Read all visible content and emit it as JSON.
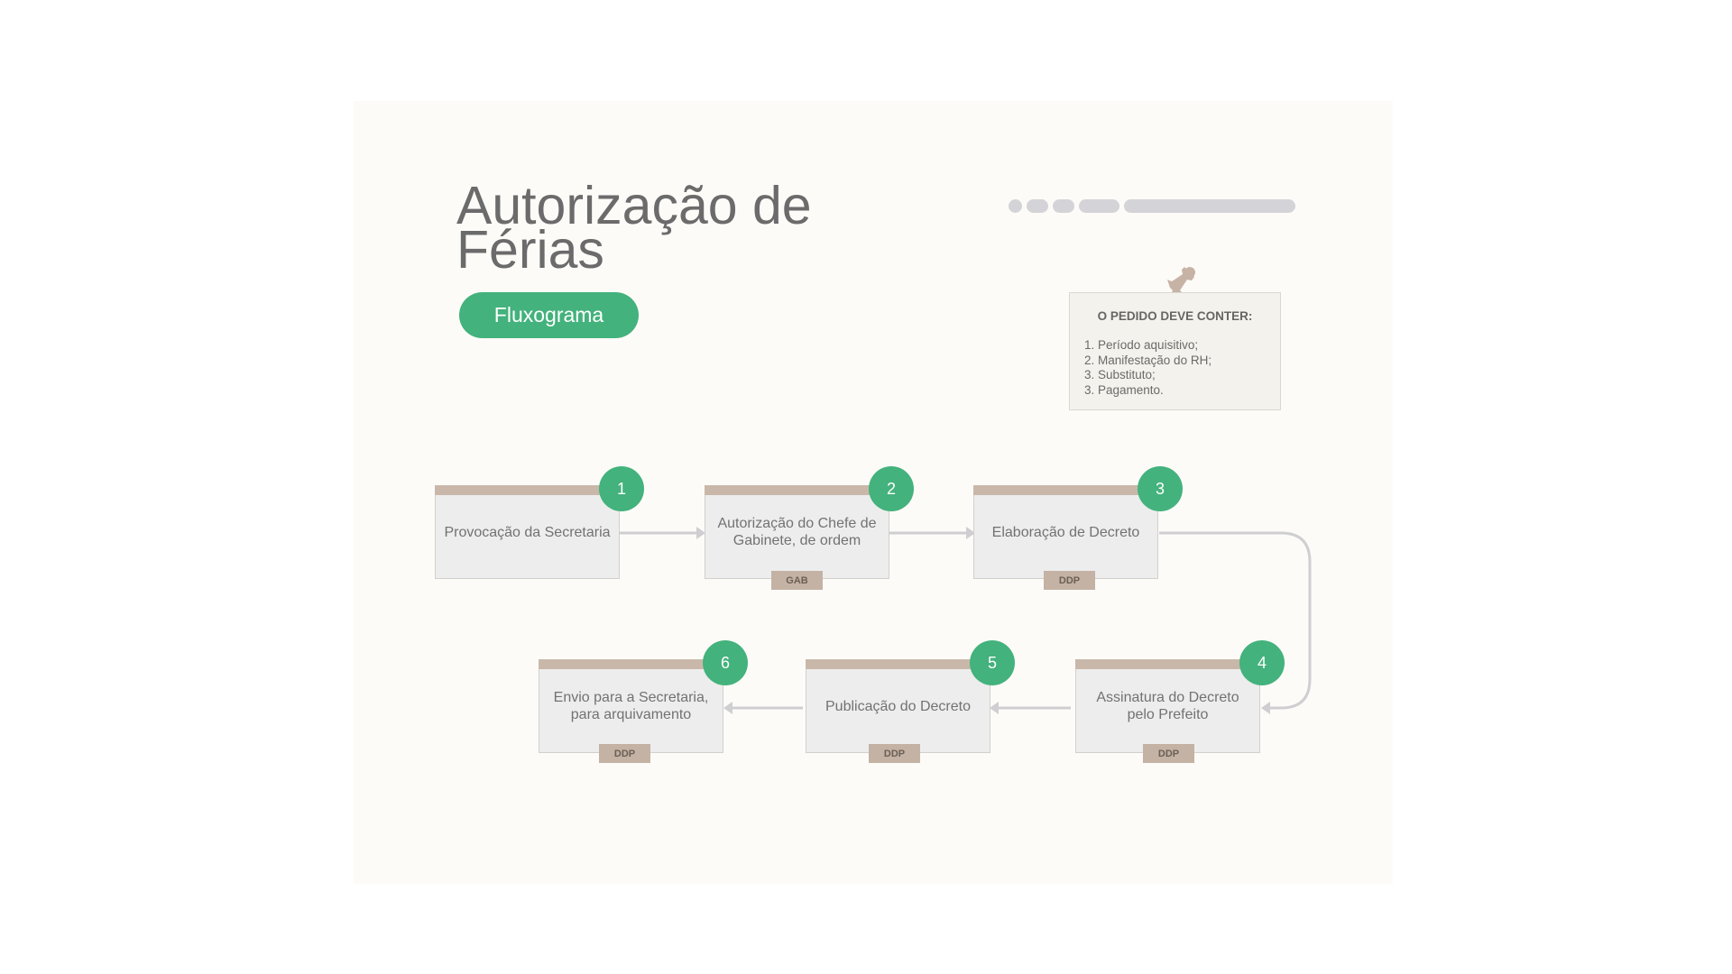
{
  "title": "Autorização de Férias",
  "subtitle": "Fluxograma",
  "note": {
    "heading": "O PEDIDO DEVE CONTER:",
    "items": [
      "1. Período aquisitivo;",
      "2. Manifestação do RH;",
      "3. Substituto;",
      "3. Pagamento."
    ]
  },
  "steps": [
    {
      "number": "1",
      "label": "Provocação da Secretaria",
      "tag": ""
    },
    {
      "number": "2",
      "label": "Autorização do Chefe de Gabinete, de ordem",
      "tag": "GAB"
    },
    {
      "number": "3",
      "label": "Elaboração de Decreto",
      "tag": "DDP"
    },
    {
      "number": "4",
      "label": "Assinatura do Decreto pelo Prefeito",
      "tag": "DDP"
    },
    {
      "number": "5",
      "label": "Publicação do Decreto",
      "tag": "DDP"
    },
    {
      "number": "6",
      "label": "Envio para a Secretaria, para arquivamento",
      "tag": "DDP"
    }
  ],
  "colors": {
    "accent": "#43b27c",
    "header_bar": "#c9b8aa",
    "tag": "#c4b2a4"
  },
  "icons": {
    "note": "pushpin-icon"
  }
}
